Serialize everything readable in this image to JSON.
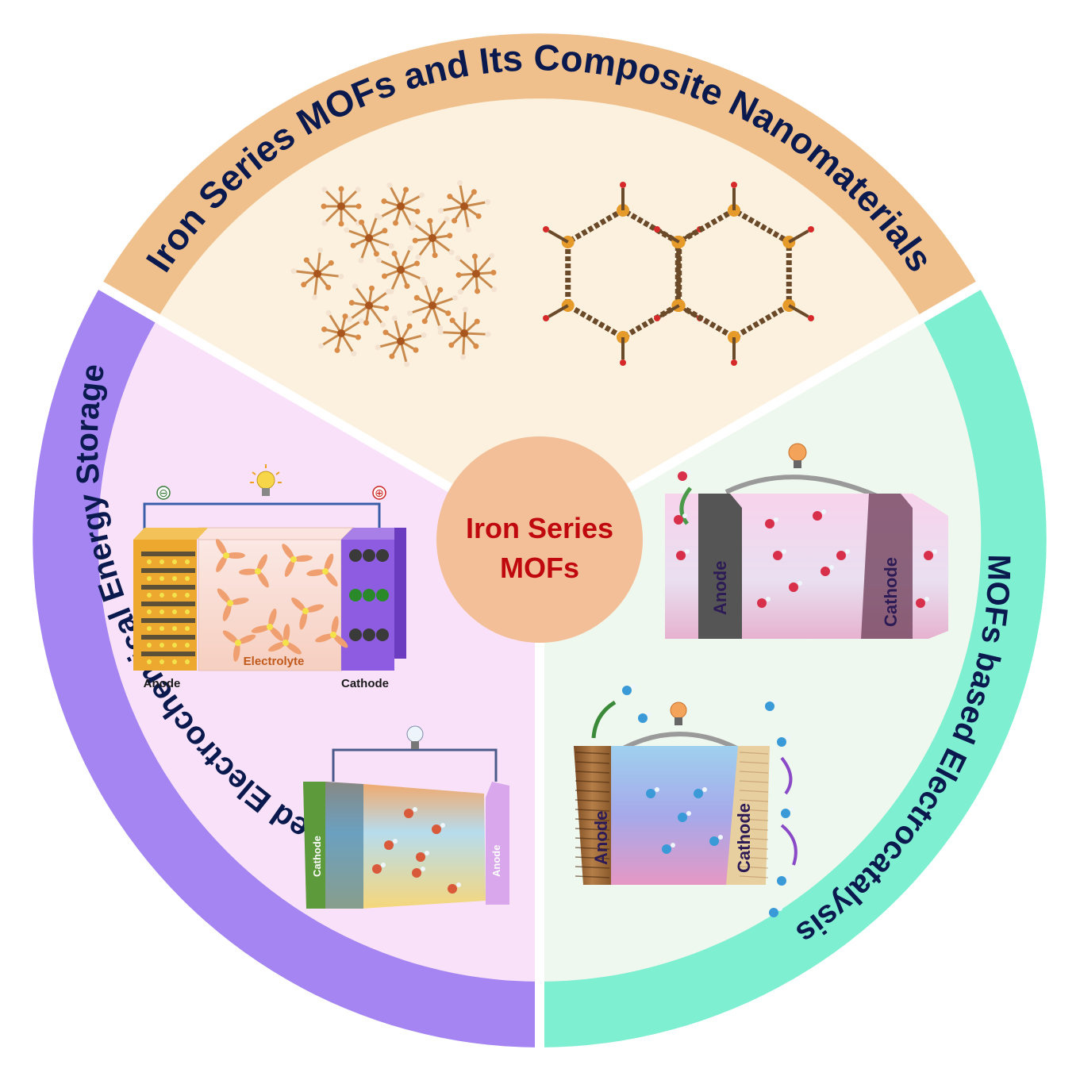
{
  "center": {
    "line1": "Iron Series",
    "line2": "MOFs"
  },
  "sections": {
    "top": {
      "title": "Iron Series MOFs and Its Composite Nanomaterials",
      "ring_color": "#efc08c",
      "bg_color": "#fcf1de"
    },
    "left": {
      "title": "MOFs based Electrochemical Energy Storage",
      "ring_color": "#a485f2",
      "bg_color": "#f9e2f9"
    },
    "right": {
      "title": "MOFs based Electrocatalysis",
      "ring_color": "#7fefd1",
      "bg_color": "#eff8ee"
    }
  },
  "battery_diagram": {
    "minus": "⊖",
    "plus": "⊕",
    "electrolyte": "Electrolyte",
    "anode": "Anode",
    "cathode": "Cathode"
  },
  "small_cell_left": {
    "cathode": "Cathode",
    "anode": "Anode"
  },
  "cell_top_right": {
    "anode": "Anode",
    "cathode": "Cathode"
  },
  "cell_bottom_right": {
    "anode": "Anode",
    "cathode": "Cathode"
  },
  "colors": {
    "center_fill": "#f3bf98",
    "center_text": "#c0080f",
    "title_text": "#0a1a4e"
  }
}
